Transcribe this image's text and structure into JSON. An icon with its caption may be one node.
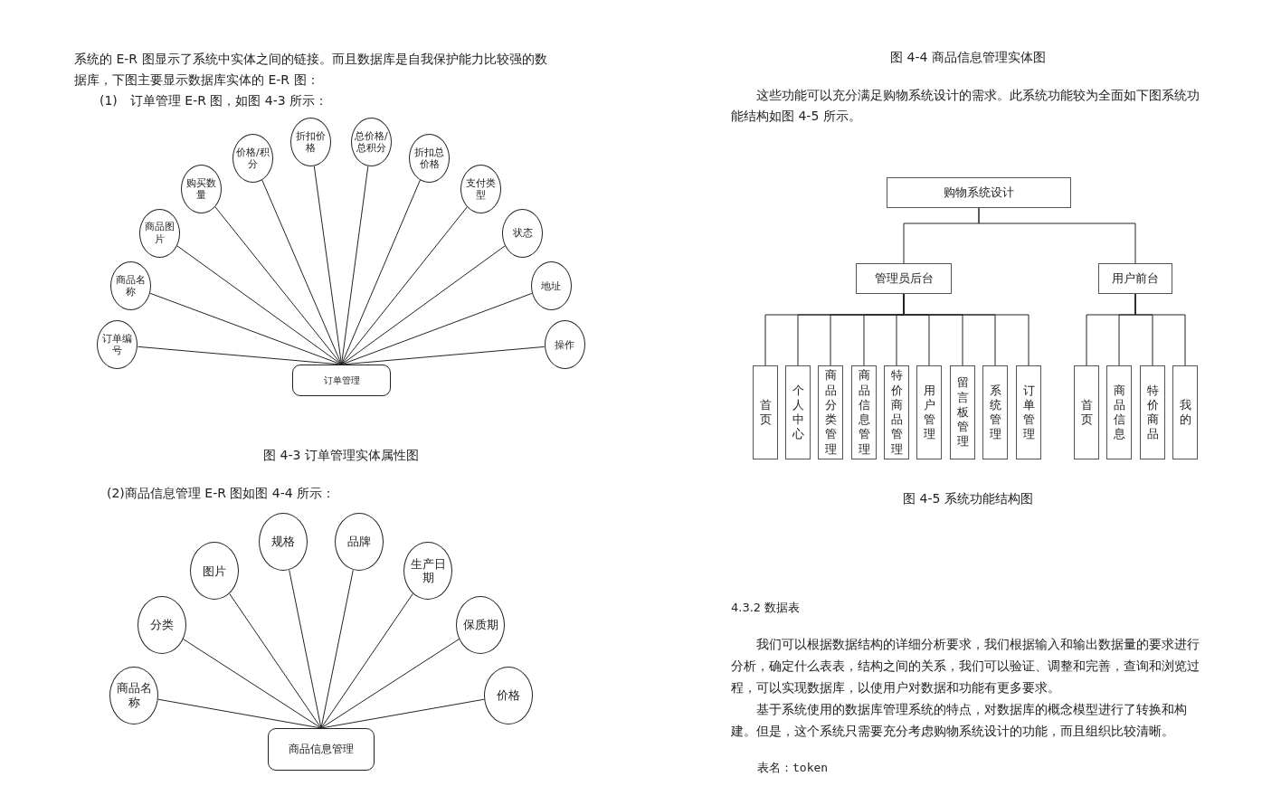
{
  "diagram": {
    "nodes": [
      {
        "text": [
          "订单编号"
        ]
      },
      {
        "text": [
          "商品名称"
        ]
      },
      {
        "text": [
          "商品图片"
        ]
      },
      {
        "text": [
          "购买数量"
        ]
      },
      {
        "text": [
          "价格/积分"
        ]
      },
      {
        "text": [
          "折扣价格"
        ]
      },
      {
        "text": [
          "总价格/总积分"
        ]
      },
      {
        "text": [
          "折扣总价格"
        ]
      },
      {
        "text": [
          "支付类型"
        ]
      },
      {
        "text": [
          "状态"
        ]
      },
      {
        "text": [
          "地址"
        ]
      },
      {
        "text": [
          "操作"
        ]
      },
      {
        "text": [
          "订单管理"
        ]
      },
      {
        "text": [
          "商品名称"
        ]
      },
      {
        "text": [
          "分类"
        ]
      },
      {
        "text": [
          "图片"
        ]
      },
      {
        "text": [
          "规格"
        ]
      },
      {
        "text": [
          "品牌"
        ]
      },
      {
        "text": [
          "生产日期"
        ]
      },
      {
        "text": [
          "保质期"
        ]
      },
      {
        "text": [
          "价格"
        ]
      },
      {
        "text": [
          "商品信息管理"
        ]
      },
      {
        "text": [
          "购物系统设计"
        ]
      },
      {
        "text": [
          "管理员后台"
        ]
      },
      {
        "text": [
          "用户前台"
        ]
      },
      {
        "text": [
          "首页"
        ]
      },
      {
        "text": [
          "个人中心"
        ]
      },
      {
        "text": [
          "商品分类管理"
        ]
      },
      {
        "text": [
          "商品信息管理"
        ]
      },
      {
        "text": [
          "特价商品管理"
        ]
      },
      {
        "text": [
          "用户管理"
        ]
      },
      {
        "text": [
          "留言板管理"
        ]
      },
      {
        "text": [
          "系统管理"
        ]
      },
      {
        "text": [
          "订单管理"
        ]
      },
      {
        "text": [
          "首页"
        ]
      },
      {
        "text": [
          "商品信息"
        ]
      },
      {
        "text": [
          "特价商品"
        ]
      },
      {
        "text": [
          "我的"
        ]
      }
    ],
    "edges": [
      {
        "from": 0,
        "to": 12,
        "arrow": "none"
      },
      {
        "from": 1,
        "to": 12,
        "arrow": "none"
      },
      {
        "from": 2,
        "to": 12,
        "arrow": "none"
      },
      {
        "from": 3,
        "to": 12,
        "arrow": "none"
      },
      {
        "from": 4,
        "to": 12,
        "arrow": "none"
      },
      {
        "from": 5,
        "to": 12,
        "arrow": "none"
      },
      {
        "from": 6,
        "to": 12,
        "arrow": "none"
      },
      {
        "from": 7,
        "to": 12,
        "arrow": "none"
      },
      {
        "from": 8,
        "to": 12,
        "arrow": "none"
      },
      {
        "from": 9,
        "to": 12,
        "arrow": "none"
      },
      {
        "from": 10,
        "to": 12,
        "arrow": "none"
      },
      {
        "from": 11,
        "to": 12,
        "arrow": "none"
      },
      {
        "from": 13,
        "to": 21,
        "arrow": "none"
      },
      {
        "from": 14,
        "to": 21,
        "arrow": "none"
      },
      {
        "from": 15,
        "to": 21,
        "arrow": "none"
      },
      {
        "from": 16,
        "to": 21,
        "arrow": "none"
      },
      {
        "from": 17,
        "to": 21,
        "arrow": "none"
      },
      {
        "from": 18,
        "to": 21,
        "arrow": "none"
      },
      {
        "from": 19,
        "to": 21,
        "arrow": "none"
      },
      {
        "from": 20,
        "to": 21,
        "arrow": "none"
      },
      {
        "from": 22,
        "to": 23,
        "arrow": "none"
      },
      {
        "from": 22,
        "to": 24,
        "arrow": "none"
      },
      {
        "from": 23,
        "to": 25,
        "arrow": "none"
      },
      {
        "from": 23,
        "to": 26,
        "arrow": "none"
      },
      {
        "from": 23,
        "to": 27,
        "arrow": "none"
      },
      {
        "from": 23,
        "to": 28,
        "arrow": "none"
      },
      {
        "from": 23,
        "to": 29,
        "arrow": "none"
      },
      {
        "from": 23,
        "to": 30,
        "arrow": "none"
      },
      {
        "from": 23,
        "to": 31,
        "arrow": "none"
      },
      {
        "from": 23,
        "to": 32,
        "arrow": "none"
      },
      {
        "from": 23,
        "to": 33,
        "arrow": "none"
      },
      {
        "from": 24,
        "to": 34,
        "arrow": "none"
      },
      {
        "from": 24,
        "to": 35,
        "arrow": "none"
      },
      {
        "from": 24,
        "to": 36,
        "arrow": "none"
      },
      {
        "from": 24,
        "to": 37,
        "arrow": "none"
      }
    ],
    "labels": [
      "系统的 E-R 图显示了系统中实体之间的链接。而且数据库是自我保护能力比较强的数据库，下图主要显示数据库实体的 E-R 图：",
      "(1)　订单管理 E-R 图，如图 4-3 所示：",
      "图 4-3  订单管理实体属性图",
      "(2)商品信息管理 E-R 图如图 4-4 所示：",
      "图 4-4 商品信息管理实体图",
      "这些功能可以充分满足购物系统设计的需求。此系统功能较为全面如下图系统功能结构如图 4-5 所示。",
      "图 4-5 系统功能结构图",
      "4.3.2 数据表",
      "我们可以根据数据结构的详细分析要求，我们根据输入和输出数据量的要求进行分析，确定什么表表，结构之间的关系，我们可以验证、调整和完善，查询和浏览过程，可以实现数据库，以使用户对数据和功能有更多要求。",
      "基于系统使用的数据库管理系统的特点，对数据库的概念模型进行了转换和构建。但是，这个系统只需要充分考虑购物系统设计的功能，而且组织比较清晰。",
      "表名：token"
    ]
  }
}
